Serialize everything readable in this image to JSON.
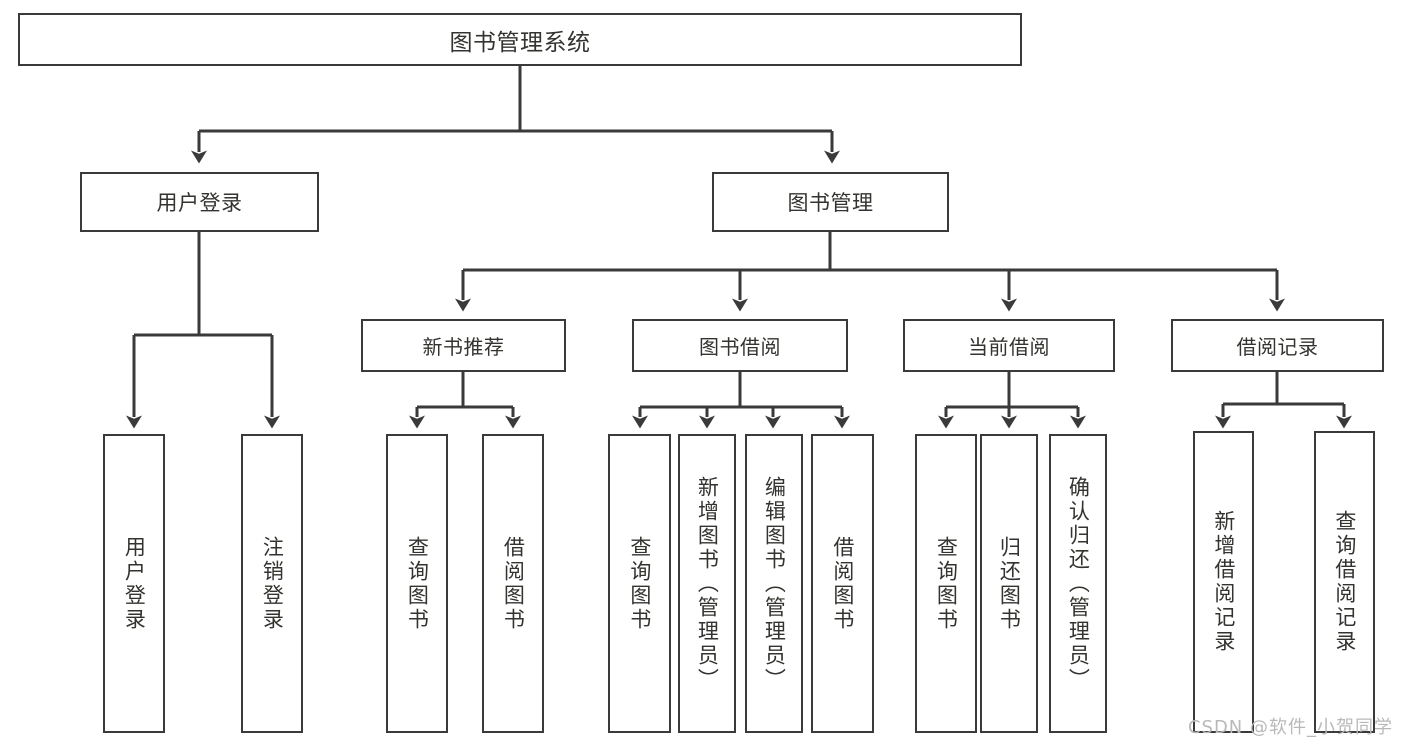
{
  "diagram": {
    "title": "图书管理系统",
    "root": {
      "label": "图书管理系统"
    },
    "level2": [
      {
        "label": "用户登录"
      },
      {
        "label": "图书管理"
      }
    ],
    "level3": [
      {
        "label": "新书推荐"
      },
      {
        "label": "图书借阅"
      },
      {
        "label": "当前借阅"
      },
      {
        "label": "借阅记录"
      }
    ],
    "leaves": {
      "user_login": [
        {
          "label": "用户登录"
        },
        {
          "label": "注销登录"
        }
      ],
      "new_book_recommend": [
        {
          "label": "查询图书"
        },
        {
          "label": "借阅图书"
        }
      ],
      "book_borrow": [
        {
          "label": "查询图书"
        },
        {
          "label": "新增图书（管理员）"
        },
        {
          "label": "编辑图书（管理员）"
        },
        {
          "label": "借阅图书"
        }
      ],
      "current_borrow": [
        {
          "label": "查询图书"
        },
        {
          "label": "归还图书"
        },
        {
          "label": "确认归还（管理员）"
        }
      ],
      "borrow_record": [
        {
          "label": "新增借阅记录"
        },
        {
          "label": "查询借阅记录"
        }
      ]
    },
    "watermark": "CSDN @软件_小贺同学",
    "colors": {
      "box_border": "#3a3a3a",
      "box_fill": "#ffffff",
      "text": "#33332f",
      "line": "#3a3a3a",
      "watermark": "#b9b9b9",
      "background": "#ffffff"
    }
  }
}
